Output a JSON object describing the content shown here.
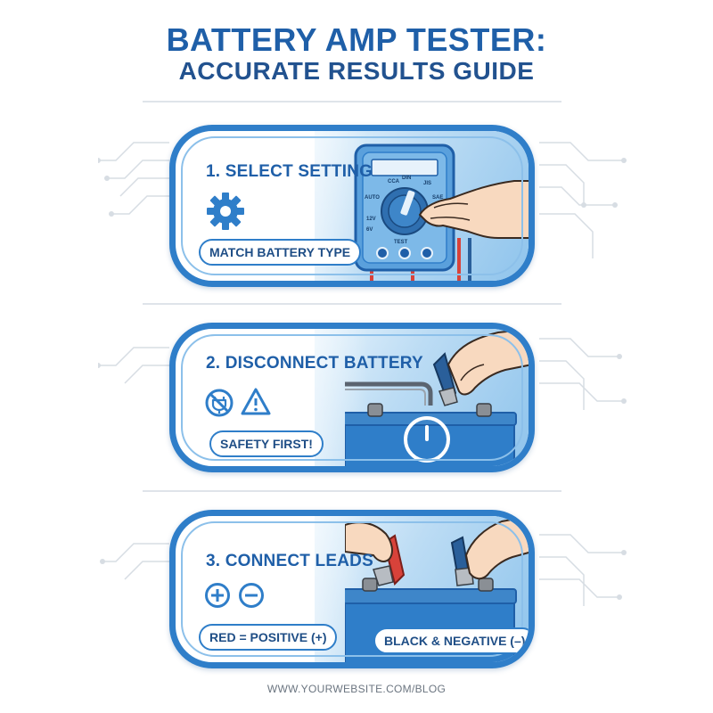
{
  "header": {
    "title_line1": "BATTERY AMP TESTER:",
    "title_line2": "ACCURATE RESULTS GUIDE"
  },
  "steps": [
    {
      "title": "1. SELECT SETTING",
      "icon": "gear-icon",
      "labels": [
        "MATCH BATTERY TYPE"
      ],
      "dial_labels": [
        "AUTO",
        "12V",
        "6V",
        "CCA",
        "DIN",
        "JIS",
        "SAE",
        "TEST"
      ]
    },
    {
      "title": "2. DISCONNECT BATTERY",
      "icons": [
        "unplug-icon",
        "warning-icon"
      ],
      "labels": [
        "SAFETY FIRST!"
      ]
    },
    {
      "title": "3. CONNECT LEADS",
      "icons": [
        "plus-icon",
        "minus-icon"
      ],
      "labels": [
        "RED = POSITIVE (+)",
        "BLACK & NEGATIVE (–)"
      ]
    }
  ],
  "footer": {
    "url": "WWW.YOURWEBSITE.COM/BLOG"
  },
  "colors": {
    "primary": "#2f7ec9",
    "title": "#1f5fa8",
    "positive": "#d8423a",
    "negative": "#2a5f9a"
  }
}
